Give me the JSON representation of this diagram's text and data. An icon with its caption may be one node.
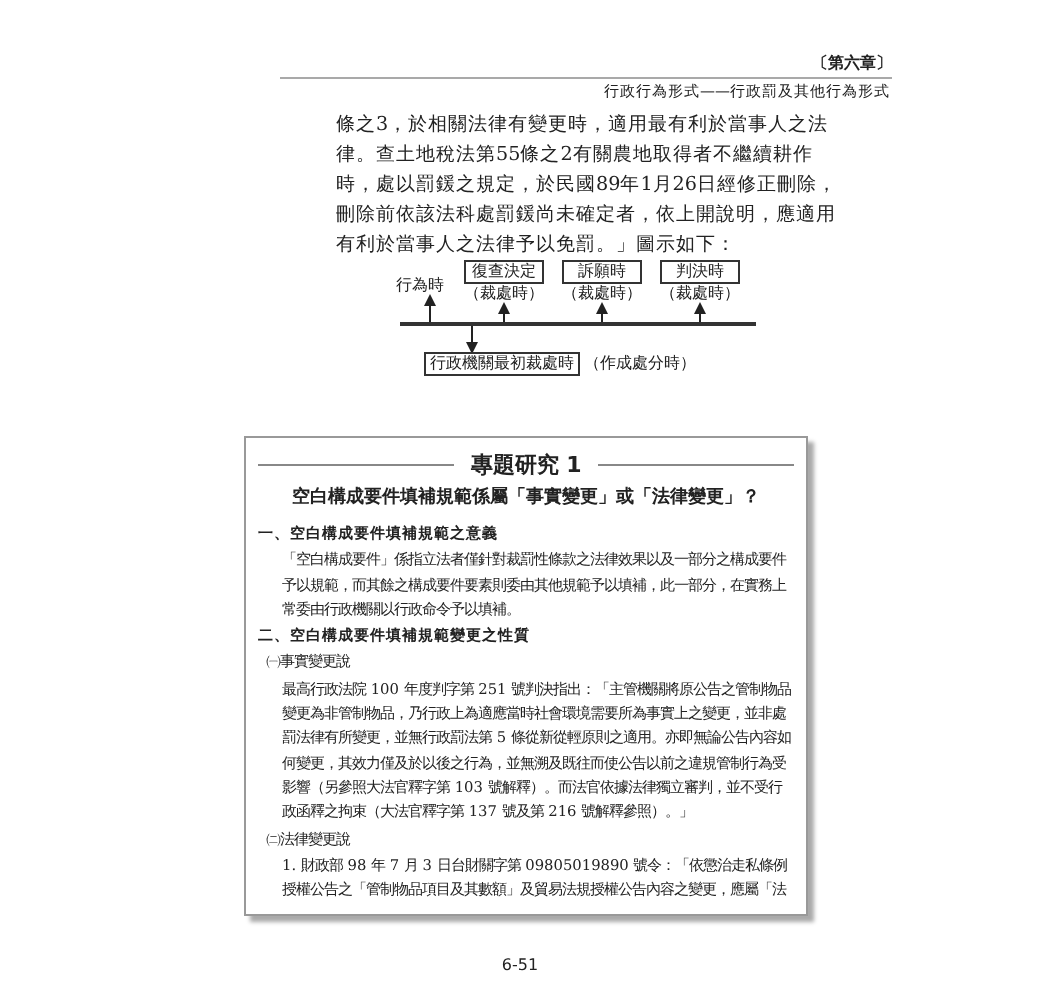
{
  "diagram": {
    "nodes": [
      {
        "text": [
          "行為時"
        ]
      },
      {
        "text": [
          "復查決定"
        ],
        "beside": [
          "（裁處時）"
        ]
      },
      {
        "text": [
          "訴願時"
        ],
        "beside": [
          "（裁處時）"
        ]
      },
      {
        "text": [
          "判決時"
        ],
        "beside": [
          "（裁處時）"
        ]
      },
      {
        "text": [],
        "shape": "bar"
      },
      {
        "text": [
          "行政機關最初裁處時"
        ],
        "beside": [
          "（作成處分時）"
        ]
      },
      {
        "text": [
          "專題研究 1",
          "空白構成要件填補規範係屬「事實變更」或「法律變更」？",
          "一、空白構成要件填補規範之意義",
          "「空白構成要件」係指立法者僅針對裁罰性條款之法律效果以及一部分之構成要件予以規範，而其餘之構成要件要素則委由其他規範予以填補，此一部分，在實務上常委由行政機關以行政命令予以填補。",
          "二、空白構成要件填補規範變更之性質",
          "㈠事實變更說",
          "最高行政法院 100 年度判字第 251 號判決指出：「主管機關將原公告之管制物品變更為非管制物品，乃行政上為適應當時社會環境需要所為事實上之變更，並非處罰法律有所變更，並無行政罰法第 5 條從新從輕原則之適用。亦即無論公告內容如何變更，其效力僅及於以後之行為，並無溯及既往而使公告以前之違規管制行為受影響（另參照大法官釋字第 103 號解釋）。而法官依據法律獨立審判，並不受行政函釋之拘束（大法官釋字第 137 號及第 216 號解釋參照）。」",
          "㈡法律變更說",
          "1. 財政部 98 年 7 月 3 日台財關字第 09805019890 號令：「依懲治走私條例授權公告之「管制物品項目及其數額」及貿易法規授權公告內容之變更，應屬「法"
        ]
      }
    ],
    "edges": [
      {
        "from": 4,
        "to": 0,
        "arrow": "to"
      },
      {
        "from": 4,
        "to": 1,
        "arrow": "to"
      },
      {
        "from": 4,
        "to": 2,
        "arrow": "to"
      },
      {
        "from": 4,
        "to": 3,
        "arrow": "to"
      },
      {
        "from": 4,
        "to": 5,
        "arrow": "to"
      }
    ],
    "labels": [
      "〔第六章〕",
      "行政行為形式——行政罰及其他行為形式",
      "條之3，於相關法律有變更時，適用最有利於當事人之法律。查土地稅法第55條之2有關農地取得者不繼續耕作時，處以罰鍰之規定，於民國89年1月26日經修正刪除，刪除前依該法科處罰鍰尚未確定者，依上開說明，應適用有利於當事人之法律予以免罰。」圖示如下：",
      "6-51"
    ]
  }
}
